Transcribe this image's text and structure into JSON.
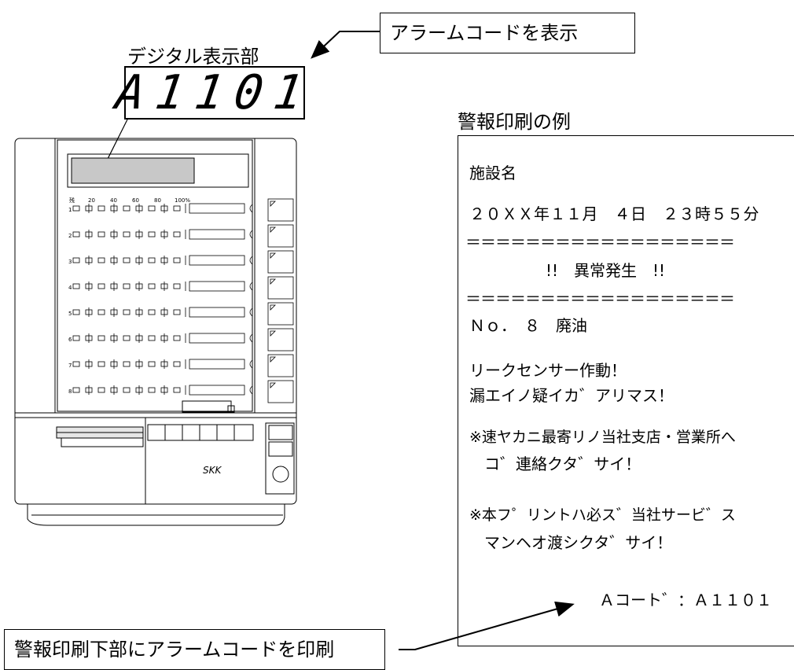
{
  "top_callout": "アラームコードを表示",
  "digital_label": "デジタル表示部",
  "display_value": "A1101",
  "receipt_heading": "警報印刷の例",
  "receipt": {
    "lines": [
      "施設名",
      "２０ＸＸ年１１月　４日　２３時５５分",
      "＝＝＝＝＝＝＝＝＝＝＝＝＝＝＝＝＝＝",
      "!!　異常発生　!!",
      "＝＝＝＝＝＝＝＝＝＝＝＝＝＝＝＝＝＝",
      "Ｎｏ．　８　廃油",
      "リークセンサー作動！",
      "漏エイノ疑イカ゛アリマス！",
      "※速ヤカニ最寄リノ当社支店・営業所へ",
      "コ゛連絡クタ゛サイ！",
      "※本フ゜リントハ必ス゛当社サービ゛ス",
      "マンヘオ渡シクタ゛サイ！",
      "Ａコート゛：Ａ１１０１"
    ]
  },
  "bottom_callout": "警報印刷下部にアラームコードを印刷",
  "panel": {
    "scale_labels": [
      "残",
      "20",
      "40",
      "60",
      "80",
      "100%"
    ],
    "channels": [
      "1",
      "2",
      "3",
      "4",
      "5",
      "6",
      "7",
      "8"
    ],
    "brand": "SKK"
  }
}
